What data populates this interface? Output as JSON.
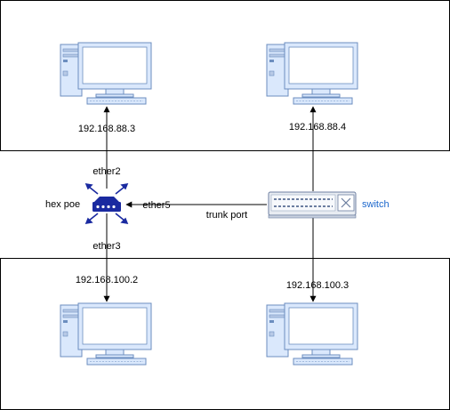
{
  "nodes": {
    "pc_top_left": {
      "ip": "192.168.88.3"
    },
    "pc_top_right": {
      "ip": "192.168.88.4"
    },
    "pc_bottom_left": {
      "ip": "192.168.100.2"
    },
    "pc_bottom_right": {
      "ip": "192.168.100.3"
    },
    "router": {
      "label": "hex poe"
    },
    "switch": {
      "label": "switch"
    }
  },
  "ports": {
    "ether2": "ether2",
    "ether3": "ether3",
    "ether5": "ether5"
  },
  "links": {
    "trunk_label": "trunk port"
  },
  "colors": {
    "pc_fill": "#dae8fc",
    "pc_stroke": "#6c8ebf",
    "router_fill": "#1a2aa0",
    "switch_fill": "#e8ecf2",
    "switch_stroke": "#6c7ea0",
    "switch_label": "#1a66cc",
    "line": "#000000"
  }
}
